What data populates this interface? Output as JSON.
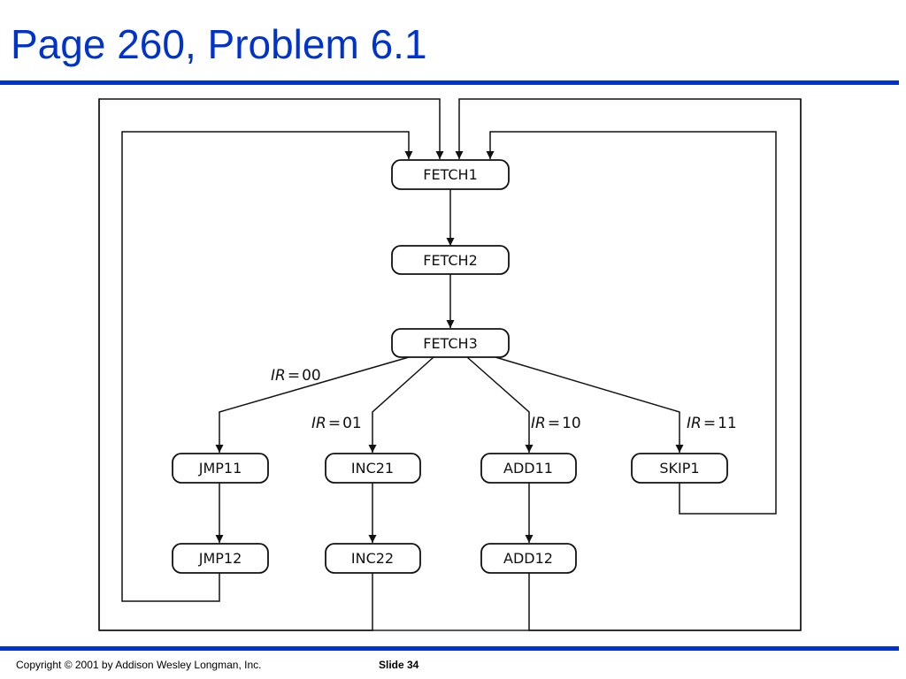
{
  "slide": {
    "title": "Page 260, Problem 6.1",
    "footer_copyright": "Copyright © 2001 by Addison Wesley Longman, Inc.",
    "footer_slide": "Slide 34"
  },
  "diagram": {
    "states": {
      "fetch1": "FETCH1",
      "fetch2": "FETCH2",
      "fetch3": "FETCH3",
      "jmp11": "JMP11",
      "jmp12": "JMP12",
      "inc21": "INC21",
      "inc22": "INC22",
      "add11": "ADD11",
      "add12": "ADD12",
      "skip1": "SKIP1"
    },
    "conditions": {
      "c00": {
        "var": "IR",
        "eq": "=",
        "val": "00"
      },
      "c01": {
        "var": "IR",
        "eq": "=",
        "val": "01"
      },
      "c10": {
        "var": "IR",
        "eq": "=",
        "val": "10"
      },
      "c11": {
        "var": "IR",
        "eq": "=",
        "val": "11"
      }
    }
  }
}
